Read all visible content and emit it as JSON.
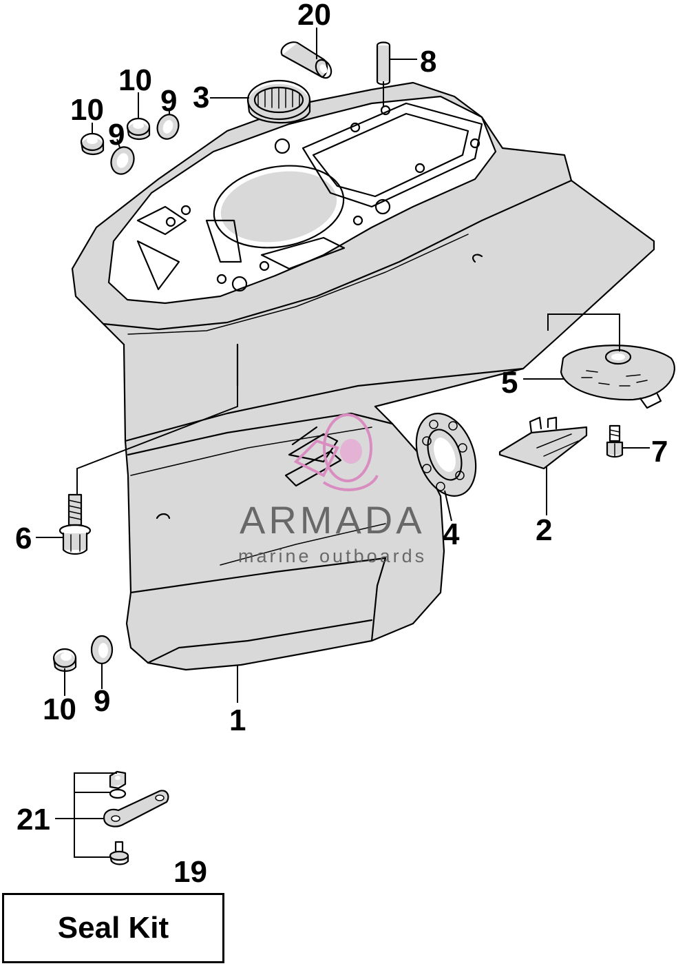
{
  "callouts": {
    "c1": "1",
    "c2": "2",
    "c3": "3",
    "c4": "4",
    "c5": "5",
    "c6": "6",
    "c7": "7",
    "c8": "8",
    "c9a": "9",
    "c9b": "9",
    "c9c": "9",
    "c10a": "10",
    "c10b": "10",
    "c10c": "10",
    "c19": "19",
    "c20": "20",
    "c21": "21"
  },
  "seal_kit": {
    "label": "Seal Kit"
  },
  "watermark": {
    "brand": "ARMADA",
    "tagline": "marine outboards",
    "color": "#d98cc0"
  }
}
